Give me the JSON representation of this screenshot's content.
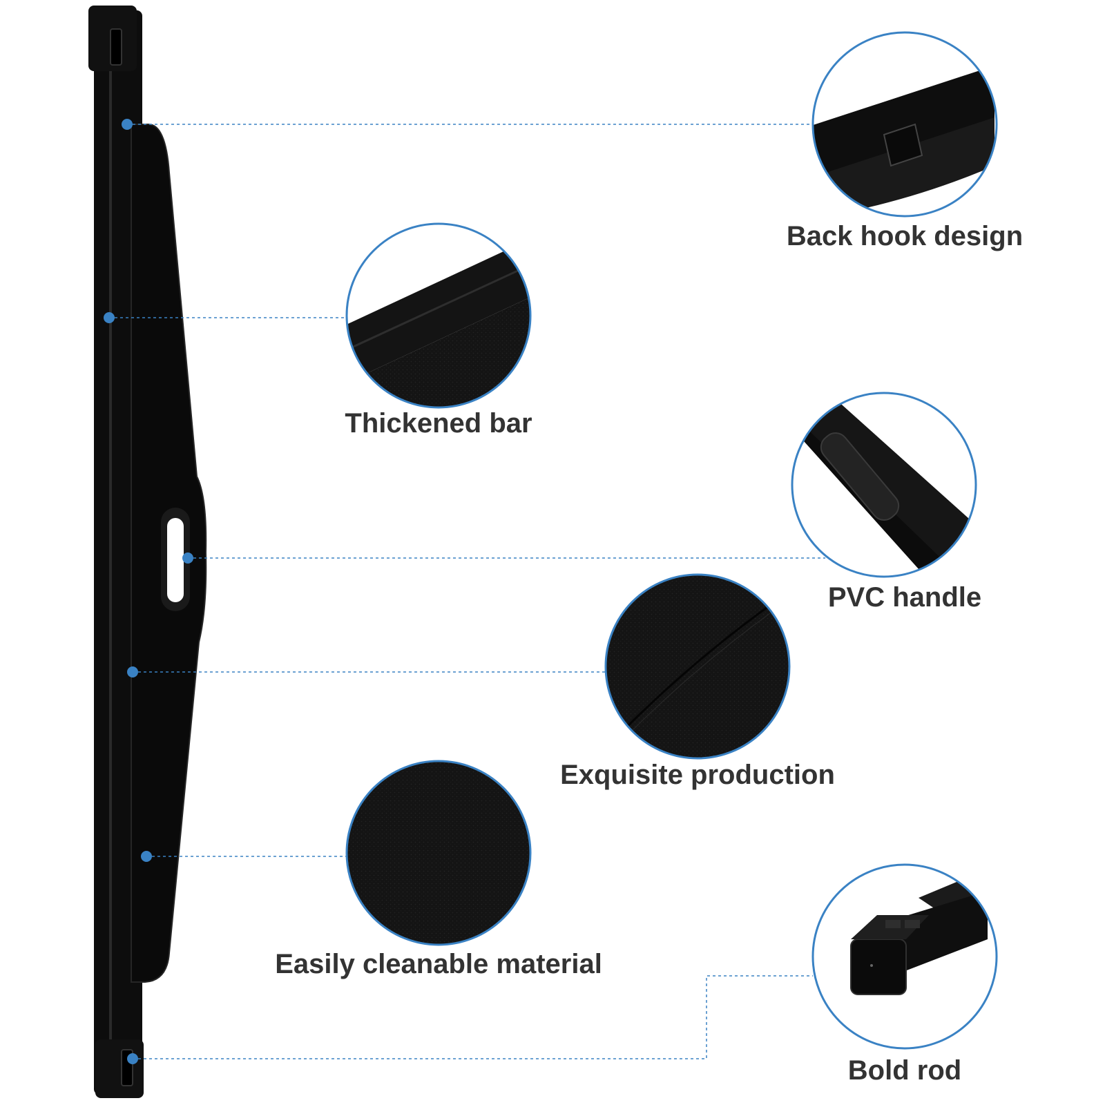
{
  "colors": {
    "accent": "#3a82c4",
    "product": "#0d0d0d",
    "label_text": "#333333",
    "background": "#ffffff"
  },
  "features": [
    {
      "label": "Back hook design",
      "icon": "back-hook-closeup-icon"
    },
    {
      "label": "Thickened bar",
      "icon": "thickened-bar-closeup-icon"
    },
    {
      "label": "PVC handle",
      "icon": "pvc-handle-closeup-icon"
    },
    {
      "label": "Exquisite production",
      "icon": "fabric-seam-closeup-icon"
    },
    {
      "label": "Easily cleanable material",
      "icon": "fabric-material-closeup-icon"
    },
    {
      "label": "Bold rod",
      "icon": "bold-rod-end-closeup-icon"
    }
  ]
}
